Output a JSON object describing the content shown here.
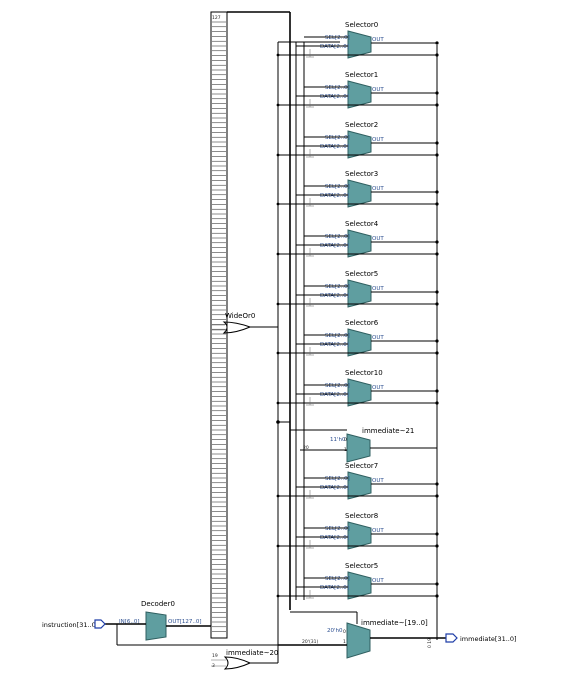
{
  "decoder": {
    "title": "Decoder0",
    "in_pin": "IN[6..0]",
    "out_pin": "OUT[127..0]",
    "in_width": "6..0",
    "bus_top": "127"
  },
  "input_port": {
    "name": "instruction[31..0]"
  },
  "output_port": {
    "name": "immediate[31..0]",
    "bit_label": "0 19"
  },
  "wideor": {
    "title": "WideOr0"
  },
  "selectors": [
    {
      "title": "Selector0"
    },
    {
      "title": "Selector1"
    },
    {
      "title": "Selector2"
    },
    {
      "title": "Selector3"
    },
    {
      "title": "Selector4"
    },
    {
      "title": "Selector5"
    },
    {
      "title": "Selector6"
    },
    {
      "title": "Selector10"
    }
  ],
  "selectors_lower": [
    {
      "title": "Selector7"
    },
    {
      "title": "Selector8"
    },
    {
      "title": "Selector5"
    }
  ],
  "sel_pin": "SEL[2..0]",
  "data_pin": "DATA[2..0]",
  "out_pin": "OUT",
  "mux21": {
    "title": "immediate~21",
    "const": "11'h0",
    "in_label": "20",
    "sel0": "0",
    "sel1": "1"
  },
  "mux_big": {
    "title": "immediate~[19..0]",
    "const": "20'h0",
    "in_label": "20'(31)",
    "sel0": "0",
    "sel1": "1"
  },
  "or20": {
    "title": "immediate~20",
    "in_a": "19",
    "in_b": "3"
  }
}
